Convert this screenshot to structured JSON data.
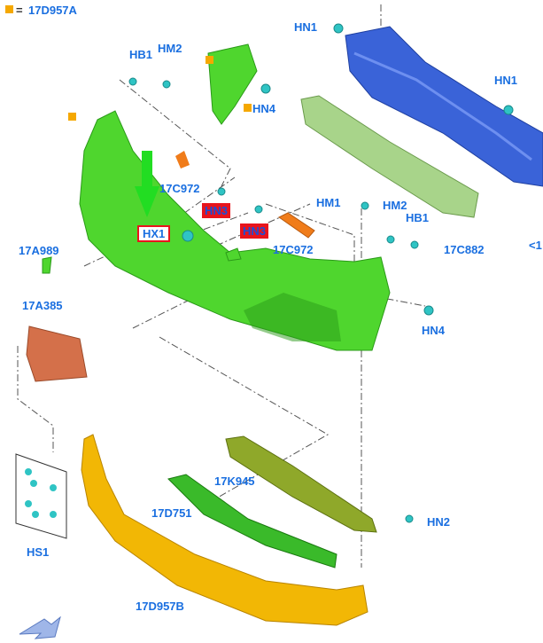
{
  "legend": {
    "marker_color": "#f5a800",
    "equals": "=",
    "part": "17D957A"
  },
  "labels": {
    "hn1_top": "HN1",
    "hb1_left": "HB1",
    "hm2_left": "HM2",
    "hn4_top": "HN4",
    "hn1_right": "HN1",
    "c972_left": "17C972",
    "hn3_a": "HN3",
    "hn3_b": "HN3",
    "hx1": "HX1",
    "hm1": "HM1",
    "hm2_right": "HM2",
    "hb1_right": "HB1",
    "c972_right": "17C972",
    "c882": "17C882",
    "cut": "<1",
    "a989": "17A989",
    "a385": "17A385",
    "hn4_bottom": "HN4",
    "k945": "17K945",
    "d751": "17D751",
    "hn2": "HN2",
    "hs1": "HS1",
    "d957b": "17D957B"
  },
  "colors": {
    "bumper_cover": "#4fd62e",
    "reinforcement": "#3a63d8",
    "absorber": "#a8d48a",
    "lower_cover": "#f2b705",
    "highlight": "#e8141c",
    "label": "#1a6fe0"
  }
}
